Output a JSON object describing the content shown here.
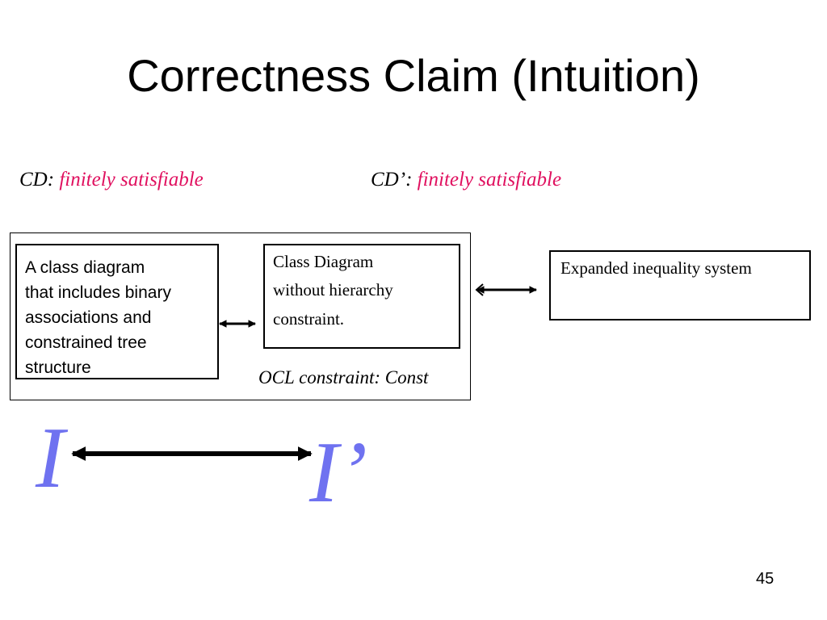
{
  "slide": {
    "title": "Correctness Claim (Intuition)",
    "page_number": "45"
  },
  "labels": {
    "cd_left_name": "CD",
    "cd_left_colon": ":",
    "cd_left_property": "finitely satisfiable",
    "cd_right_name": "CD’",
    "cd_right_colon": ":",
    "cd_right_property": "finitely satisfiable"
  },
  "boxes": {
    "class_diagram_text": [
      "A class diagram",
      "that includes binary",
      "associations and",
      "constrained tree",
      "structure"
    ],
    "no_hierarchy_text": [
      "Class Diagram",
      "without hierarchy",
      "constraint."
    ],
    "inequality_system_text": "Expanded inequality system"
  },
  "ocl_label": "OCL constraint: Const",
  "instances": {
    "left": "I",
    "right": "I’"
  },
  "colors": {
    "pink": "#e0105f",
    "instance_blue": "#6f72f0"
  }
}
